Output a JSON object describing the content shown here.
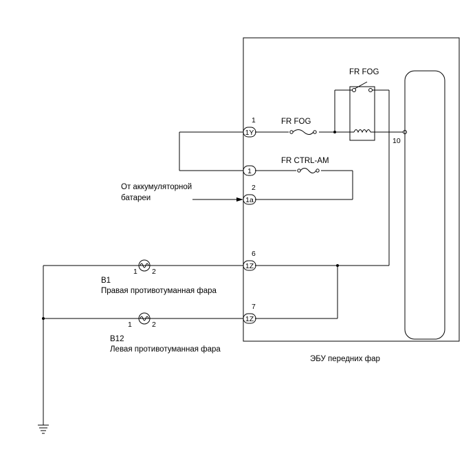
{
  "ecu": {
    "label": "ЭБУ передних фар",
    "relay_label": "FR FOG",
    "right_pin": "10"
  },
  "fuses": {
    "fr_fog": "FR FOG",
    "fr_ctrl_am": "FR CTRL-AM"
  },
  "battery": {
    "line1": "От аккумуляторной",
    "line2": "батареи"
  },
  "connectors": [
    {
      "pin": "1",
      "label": "1Y"
    },
    {
      "pin": "",
      "label": "1"
    },
    {
      "pin": "2",
      "label": "1a"
    },
    {
      "pin": "6",
      "label": "1Z"
    },
    {
      "pin": "7",
      "label": "1Z"
    }
  ],
  "lamps": [
    {
      "code": "B1",
      "name": "Правая противотуманная фара",
      "pin_a": "1",
      "pin_b": "2"
    },
    {
      "code": "B12",
      "name": "Левая противотуманная фара",
      "pin_a": "1",
      "pin_b": "2"
    }
  ]
}
